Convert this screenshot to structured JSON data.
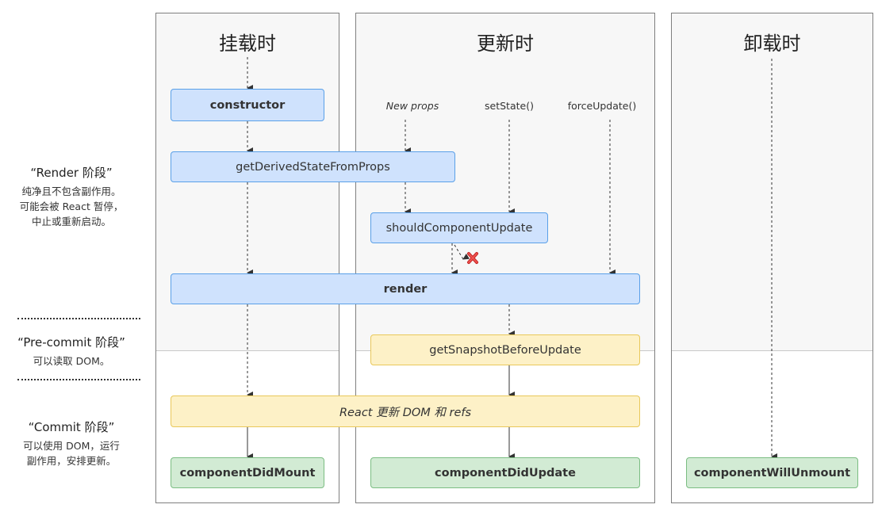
{
  "phases": [
    {
      "title": "“Render 阶段”",
      "desc": [
        "纯净且不包含副作用。",
        "可能会被 React 暂停，",
        "中止或重新启动。"
      ]
    },
    {
      "title": "“Pre-commit 阶段”",
      "desc": [
        "可以读取 DOM。"
      ]
    },
    {
      "title": "“Commit 阶段”",
      "desc": [
        "可以使用 DOM，运行",
        "副作用，安排更新。"
      ]
    }
  ],
  "columns": {
    "mount": "挂载时",
    "update": "更新时",
    "unmount": "卸载时"
  },
  "triggers": {
    "new_props": "New props",
    "set_state": "setState()",
    "force_update": "forceUpdate()"
  },
  "methods": {
    "constructor": "constructor",
    "get_derived_state": "getDerivedStateFromProps",
    "should_update": "shouldComponentUpdate",
    "render": "render",
    "get_snapshot": "getSnapshotBeforeUpdate",
    "react_update": "React 更新 DOM 和 refs",
    "did_mount": "componentDidMount",
    "did_update": "componentDidUpdate",
    "will_unmount": "componentWillUnmount"
  },
  "colors": {
    "render_box": "#cfe2fd",
    "precommit_box": "#fdf1c7",
    "commit_box": "#d2ebd4",
    "stop_mark": "#e53935"
  }
}
